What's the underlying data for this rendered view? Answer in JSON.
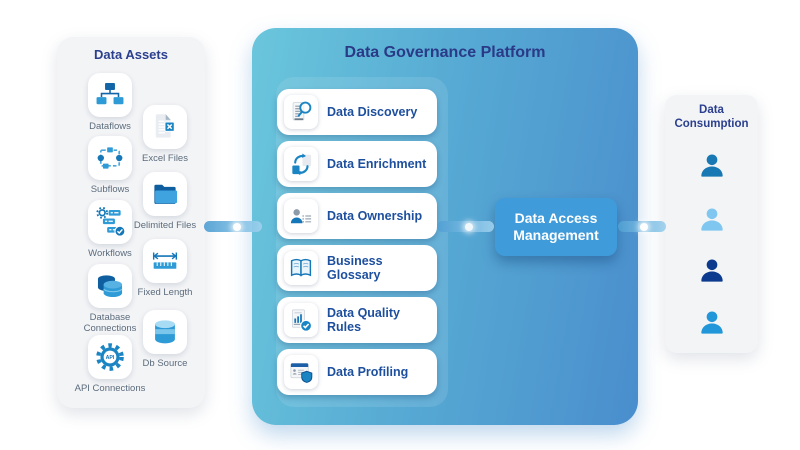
{
  "palette": {
    "side_panel_bg": "#f3f4f6",
    "panel_title_navy": "#2b3f8f",
    "platform_gradient_left": "#6ac6dc",
    "platform_gradient_right": "#4a8ecd",
    "card_label_blue": "#1d4f9e",
    "access_button_bg": "#3f9bda",
    "connector_blue": "#5aa4d6",
    "asset_label_gray": "#5b6b7c",
    "icon_blue_dark": "#1576b8",
    "icon_blue_light": "#2e9bd6"
  },
  "assets_panel": {
    "title": "Data Assets",
    "items_left": [
      {
        "label": "Dataflows",
        "icon": "dataflows-icon"
      },
      {
        "label": "Subflows",
        "icon": "subflows-icon"
      },
      {
        "label": "Workflows",
        "icon": "workflows-icon"
      },
      {
        "label": "Database Connections",
        "icon": "database-connections-icon"
      },
      {
        "label": "API Connections",
        "icon": "api-connections-icon"
      }
    ],
    "items_right": [
      {
        "label": "Excel Files",
        "icon": "excel-files-icon"
      },
      {
        "label": "Delimited Files",
        "icon": "delimited-files-icon"
      },
      {
        "label": "Fixed Length",
        "icon": "fixed-length-icon"
      },
      {
        "label": "Db Source",
        "icon": "db-source-icon"
      }
    ]
  },
  "platform_panel": {
    "title": "Data Governance Platform",
    "modules": [
      {
        "label": "Data Discovery",
        "icon": "data-discovery-icon"
      },
      {
        "label": "Data Enrichment",
        "icon": "data-enrichment-icon"
      },
      {
        "label": "Data Ownership",
        "icon": "data-ownership-icon"
      },
      {
        "label": "Business Glossary",
        "icon": "business-glossary-icon"
      },
      {
        "label": "Data Quality Rules",
        "icon": "data-quality-rules-icon"
      },
      {
        "label": "Data Profiling",
        "icon": "data-profiling-icon"
      }
    ],
    "access_button": {
      "label": "Data Access Management"
    }
  },
  "consumption_panel": {
    "title": "Data Consumption",
    "users": [
      {
        "name": "user-1",
        "color": "#1878b3"
      },
      {
        "name": "user-2",
        "color": "#7fc6f0"
      },
      {
        "name": "user-3",
        "color": "#0c3a8e"
      },
      {
        "name": "user-4",
        "color": "#2196d9"
      }
    ]
  },
  "icons": {
    "api_text": "API"
  }
}
